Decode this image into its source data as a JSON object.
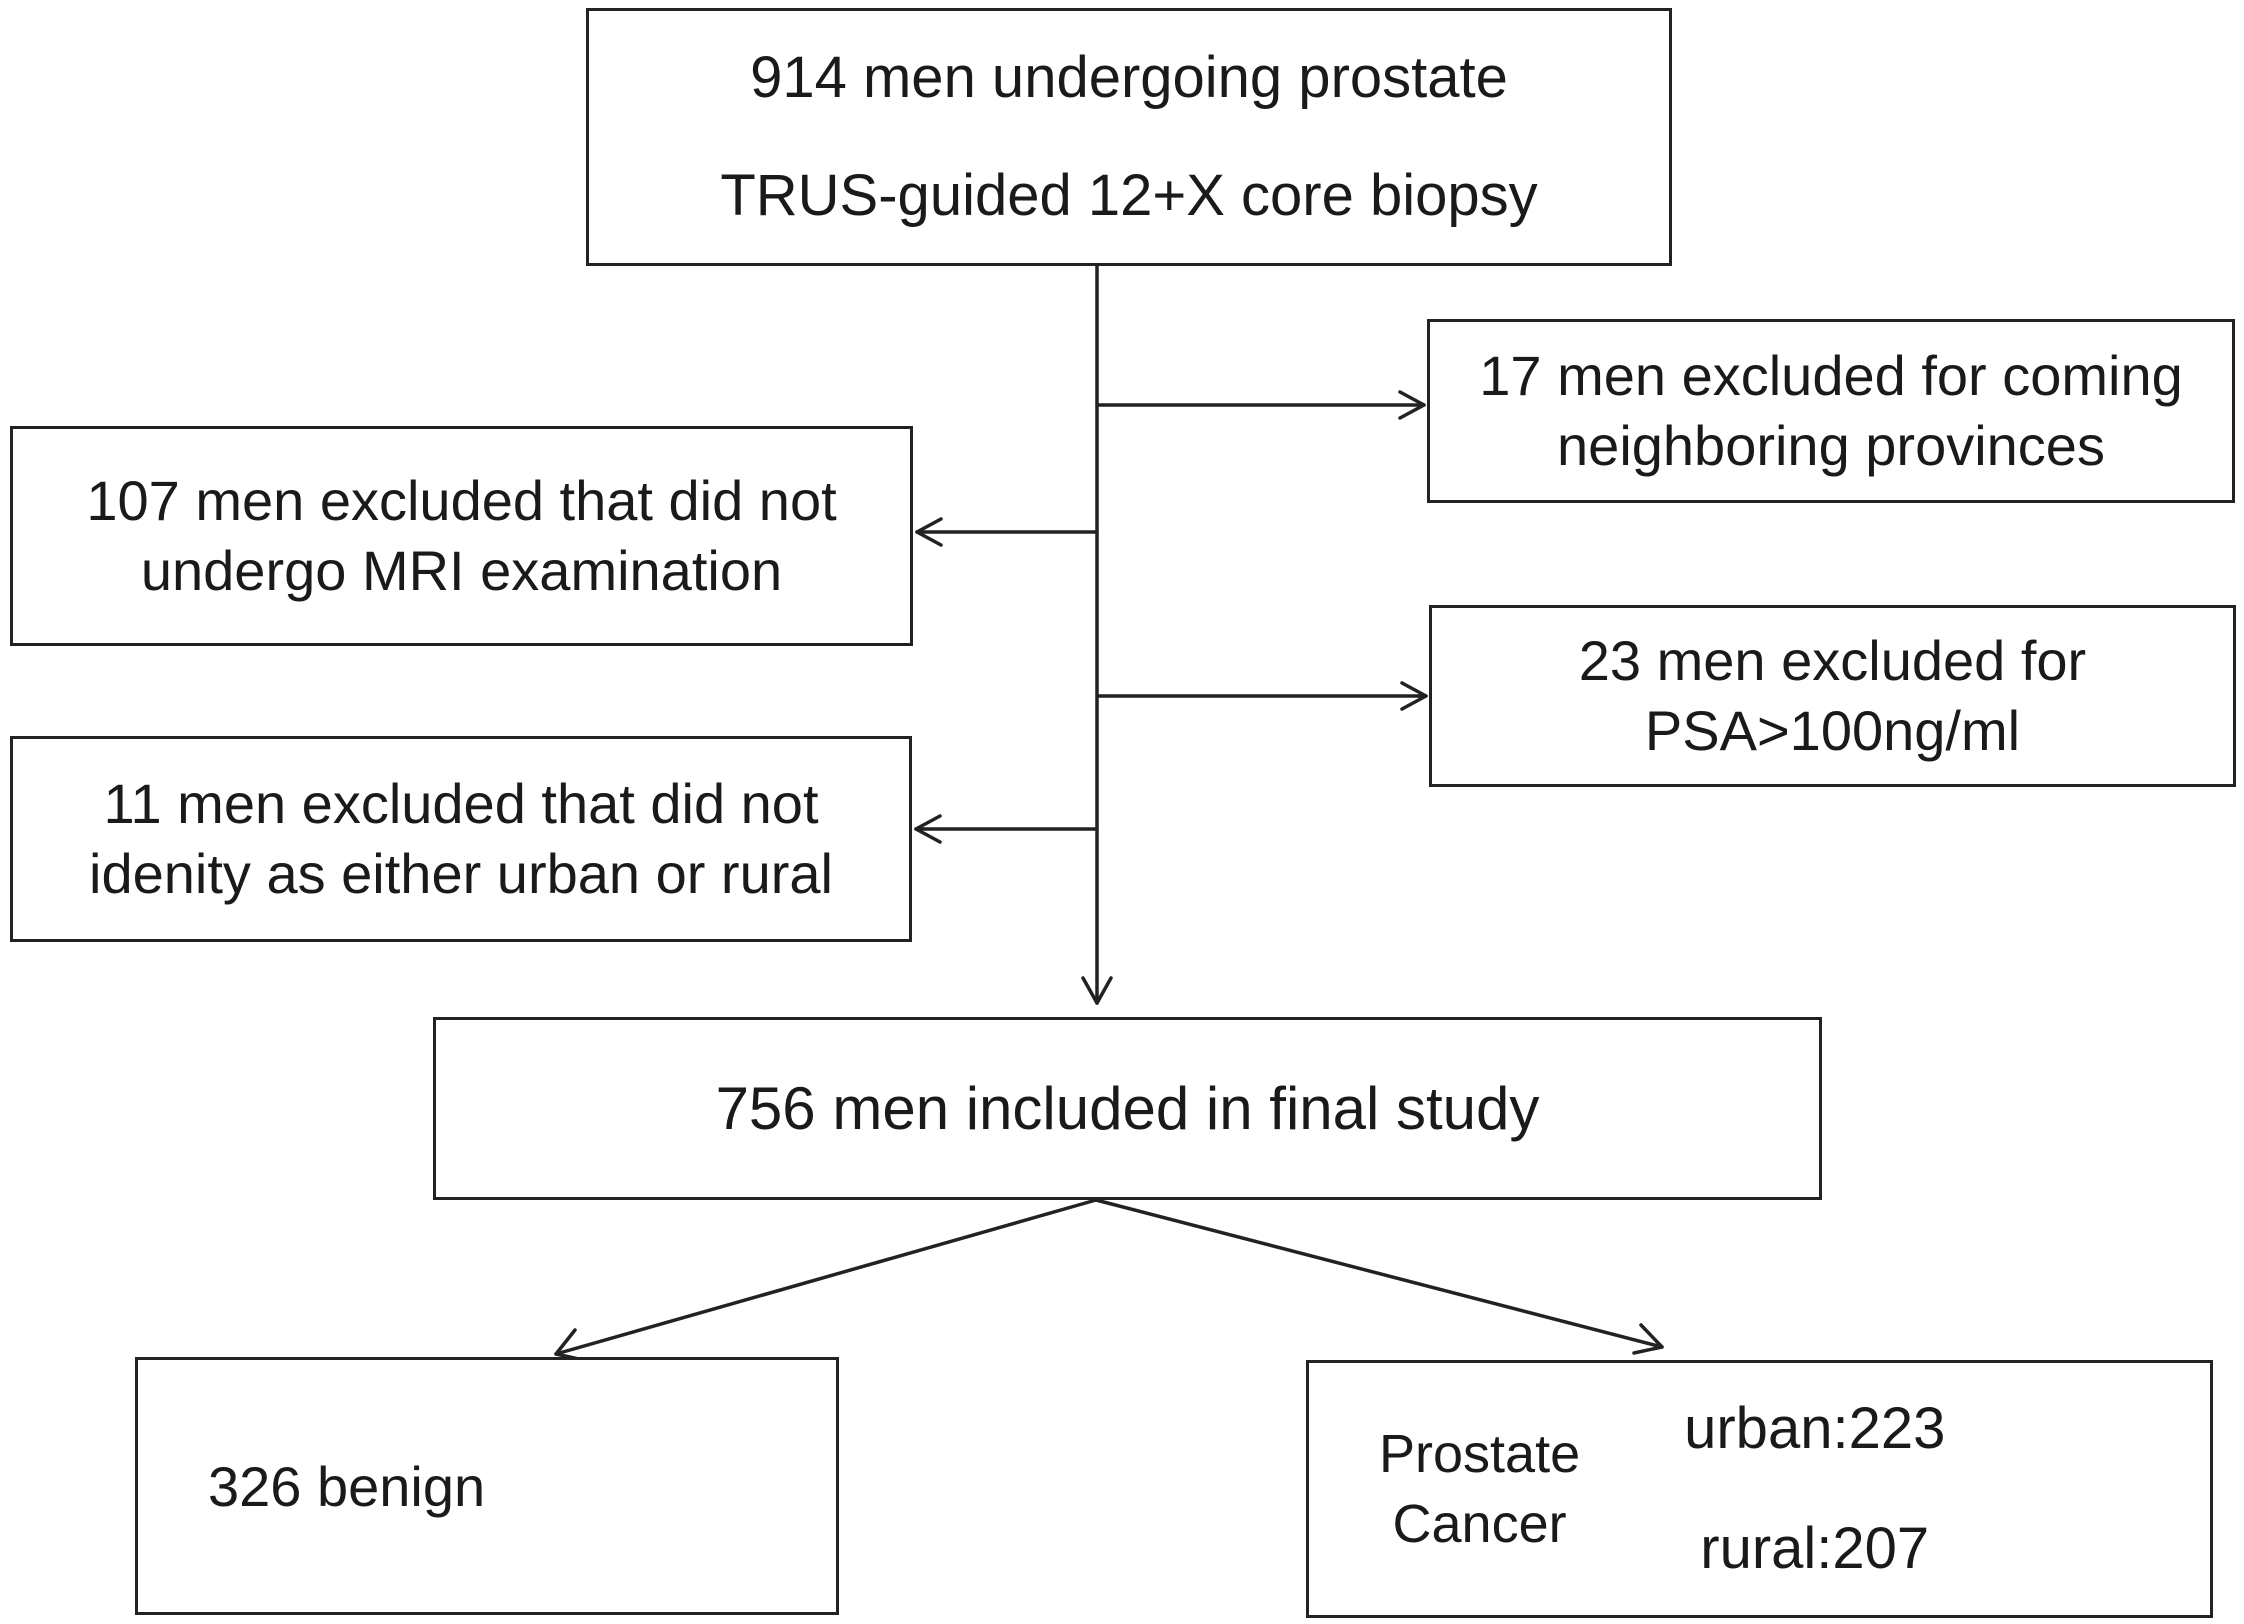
{
  "flowchart": {
    "start": {
      "line1": "914 men undergoing prostate",
      "line2": "TRUS-guided 12+X core biopsy"
    },
    "exclusions": {
      "provinces": {
        "line1": "17 men excluded for coming",
        "line2": "neighboring provinces"
      },
      "mri": {
        "line1": "107 men excluded that did not",
        "line2": "undergo MRI examination"
      },
      "psa": {
        "line1": "23 men excluded for",
        "line2": "PSA>100ng/ml"
      },
      "identity": {
        "line1": "11 men excluded that did not",
        "line2": "idenity as either urban or rural"
      }
    },
    "final": {
      "text": "756 men included in final study"
    },
    "outcomes": {
      "benign": {
        "text": "326 benign"
      },
      "cancer": {
        "label_line1": "Prostate",
        "label_line2": "Cancer",
        "urban": "urban:223",
        "rural": "rural:207"
      }
    }
  }
}
